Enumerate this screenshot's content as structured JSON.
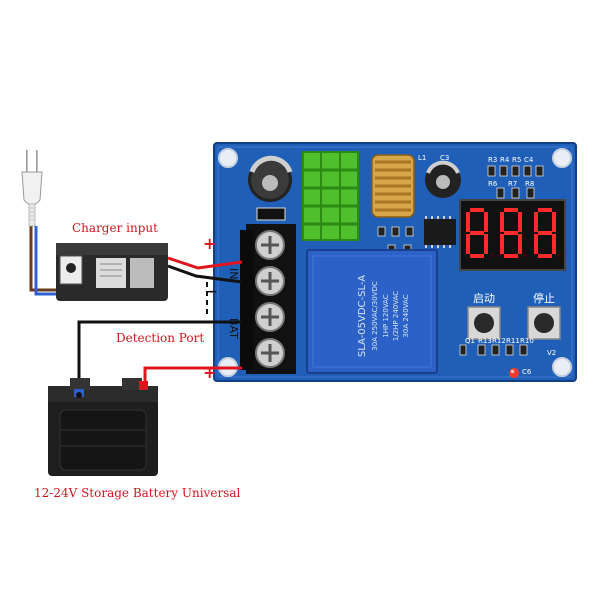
{
  "labels": {
    "charger_input": "Charger input",
    "detection_port": "Detection Port",
    "battery_caption": "12-24V Storage Battery Universal"
  },
  "terminals": {
    "in_label": "IN",
    "bat_label": "BAT",
    "plus": "+",
    "minus": "−"
  },
  "display": {
    "digits": "888",
    "color": "#ff2a2a"
  },
  "buttons": {
    "start_label": "启动",
    "stop_label": "停止"
  },
  "relay": {
    "model": "SLA-05VDC-SL-A",
    "ratings": [
      "30A 250VAC/30VDC",
      "1HP 120VAC",
      "1/2HP 240VAC",
      "30A 240VAC"
    ]
  },
  "board_silkscreen": {
    "r_top": [
      "R3",
      "R4",
      "R5",
      "C4"
    ],
    "r_mid": [
      "R6",
      "R7",
      "R8"
    ],
    "r_bottom": [
      "R13",
      "R12",
      "R11",
      "R10"
    ],
    "misc": [
      "L1",
      "C3",
      "Q1",
      "V2",
      "C6"
    ]
  },
  "colors": {
    "board": "#1f5fb8",
    "relay": "#2c62c8",
    "heatsink": "#5fd23a",
    "wire_red": "#e0141c",
    "wire_black": "#111111",
    "caption": "#d4141c"
  }
}
